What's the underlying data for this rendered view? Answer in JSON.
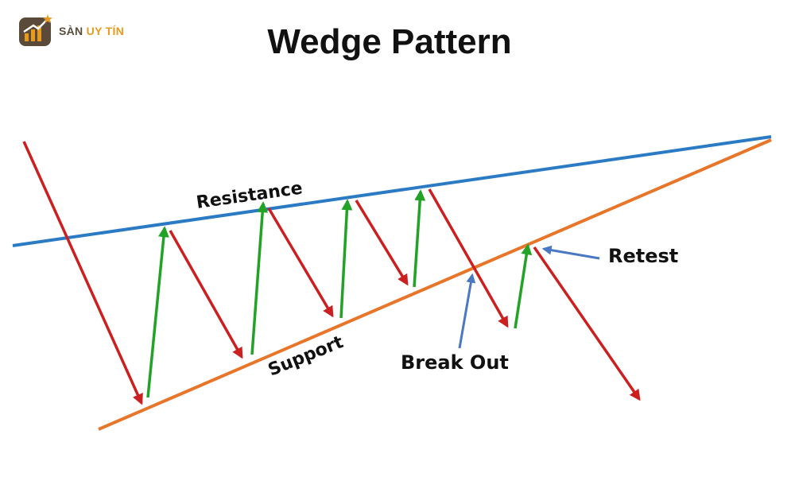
{
  "logo": {
    "word1": "SÀN",
    "word2": "UY TÍN",
    "colors": {
      "dark": "#5a4a3a",
      "accent": "#e89a1c"
    }
  },
  "title": "Wedge Pattern",
  "labels": {
    "resistance": "Resistance",
    "support": "Support",
    "break_out": "Break Out",
    "retest": "Retest"
  },
  "colors": {
    "resistance_line": "#2b7bc4",
    "support_line": "#e8762a",
    "down_arrow": "#cc1f1f",
    "up_arrow": "#22a326",
    "pointer_arrow": "#4a78c2"
  }
}
